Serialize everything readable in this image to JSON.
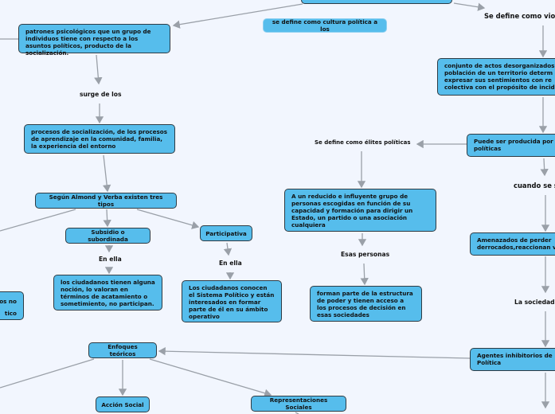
{
  "nodes": {
    "top": "",
    "cultura": "se define como cultura política a los",
    "patrones": "patrones psicológicos que un grupo de individuos tiene con respecto a los asuntos políticos, producto de la socialización.",
    "surge": "surge de los",
    "procesos": "procesos de socialización, de los procesos de aprendizaje en la comunidad, familia, la experiencia del entorno",
    "segun": "Según  Almond y Verba existen tres tipos",
    "subsidio": "Subsidio o subordinada",
    "participativa": "Participativa",
    "en_ella_1": "En ella",
    "en_ella_2": "En ella",
    "subsidio_desc": "los ciudadanos tienen alguna noción, lo valoran en términos de acatamiento o sometimiento, no participan.",
    "particip_desc": "Los ciudadanos conocen el Sistema Político y están interesados en formar parte de él en su ámbito operativo",
    "left_partial_1": "os no",
    "left_partial_2": "tico",
    "enfoques": "Enfoques teóricos",
    "accion": "Acción Social",
    "representaciones": "Representaciones Sociales",
    "violencia": "Se define como viol",
    "conjunto": "conjunto de actos desorganizados población de un territorio determ expresar sus sentimientos con re colectiva con el propósito de incid",
    "puede": "Puede ser producida por políticas",
    "elites": "Se define como élites políticas",
    "cuando": "cuando se s",
    "reducido": "A un reducido e influyente grupo de personas escogidas en función de su capacidad y formación para dirigir un Estado, un partido o una asociación cualquiera",
    "esas": "Esas personas",
    "forman": "forman parte de la estructura de poder y tienen acceso a los procesos de decisión en esas sociedades",
    "amenazados": "Amenazados de perder derrocados,reaccionan v",
    "sociedad": "La sociedad",
    "agentes": "Agentes inhibitorios de Política"
  },
  "colors": {
    "node": "#56bdec",
    "border": "#2e3b44",
    "line": "#9aa0a8",
    "background": "#f2f6fe"
  }
}
